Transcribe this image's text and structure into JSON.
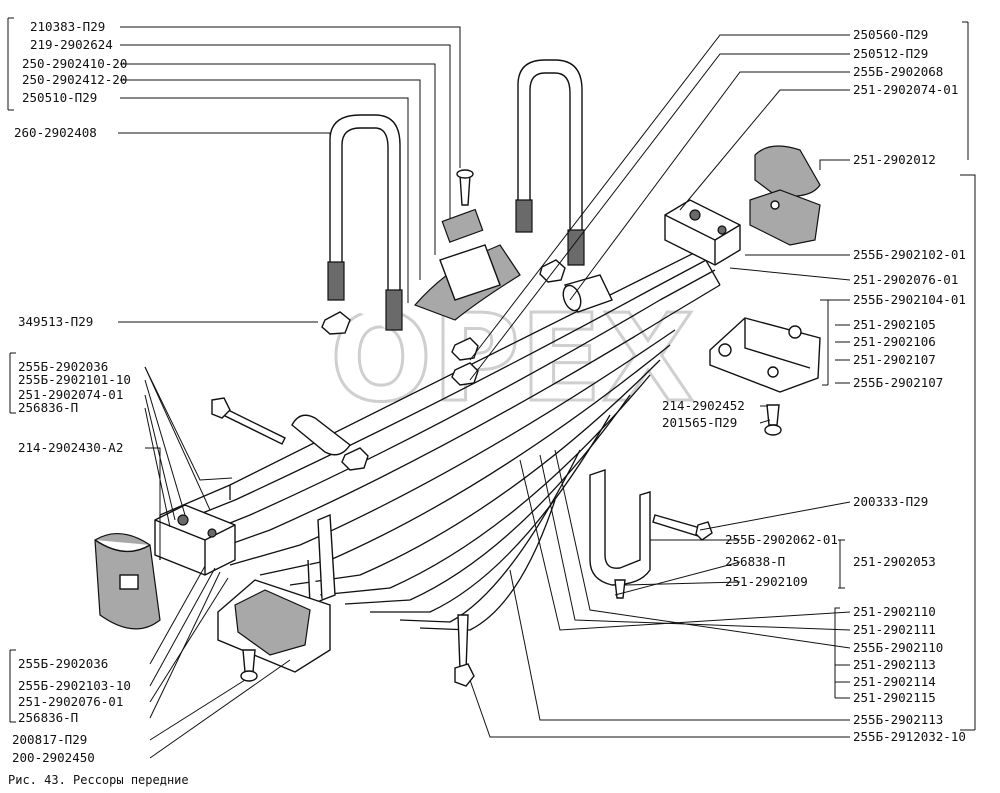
{
  "caption": "Рис. 43. Рессоры передние",
  "watermark": "OPEX",
  "labels": {
    "l210383": "210383-П29",
    "l219_2902624": "219-2902624",
    "l250_2902410_20": "250-2902410-20",
    "l250_2902412_20": "250-2902412-20",
    "l250510": "250510-П29",
    "l260_2902408": "260-2902408",
    "l349513": "349513-П29",
    "l255b_2902036_a": "255Б-2902036",
    "l255b_2902101_10": "255Б-2902101-10",
    "l251_2902074_01_a": "251-2902074-01",
    "l256836_a": "256836-П",
    "l214_2902430": "214-2902430-А2",
    "l255b_2902036_b": "255Б-2902036",
    "l255b_2902103_10": "255Б-2902103-10",
    "l251_2902076_01_b": "251-2902076-01",
    "l256836_b": "256836-П",
    "l200817": "200817-П29",
    "l200_2902450": "200-2902450",
    "r250560": "250560-П29",
    "r250512": "250512-П29",
    "r255b_2902068": "255Б-2902068",
    "r251_2902074_01": "251-2902074-01",
    "r251_2902012": "251-2902012",
    "r255b_2902102_01": "255Б-2902102-01",
    "r251_2902076_01": "251-2902076-01",
    "r255b_2902104_01": "255Б-2902104-01",
    "r251_2902105": "251-2902105",
    "r251_2902106": "251-2902106",
    "r251_2902107": "251-2902107",
    "r255b_2902107": "255Б-2902107",
    "c214_2902452": "214-2902452",
    "c201565": "201565-П29",
    "r200333": "200333-П29",
    "r255b_2902062_01": "255Б-2902062-01",
    "r256838": "256838-П",
    "r251_2902109": "251-2902109",
    "r251_2902053": "251-2902053",
    "r251_2902110": "251-2902110",
    "r251_2902111": "251-2902111",
    "r255b_2902110": "255Б-2902110",
    "r251_2902113": "251-2902113",
    "r251_2902114": "251-2902114",
    "r251_2902115": "251-2902115",
    "r255b_2902113": "255Б-2902113",
    "r255b_2912032_10": "255Б-2912032-10"
  }
}
